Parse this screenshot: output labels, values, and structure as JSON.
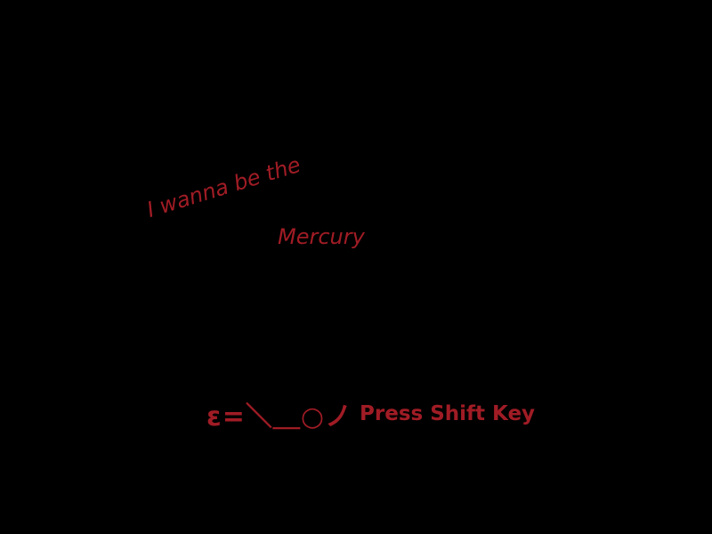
{
  "title": {
    "line1": "I wanna be the",
    "line2": "Mercury"
  },
  "prompt": {
    "kaomoji": "ε=＼＿○ノ",
    "text": "Press Shift Key"
  },
  "colors": {
    "background": "#000000",
    "text": "#a01c25"
  }
}
